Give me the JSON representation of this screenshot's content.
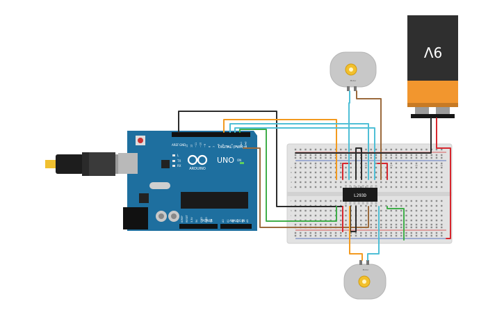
{
  "board": {
    "model_label": "UNO",
    "brand_label": "ARDUINO",
    "digital_label": "DIGITAL (PWM~)",
    "power_label": "POWER",
    "analog_label": "ANALOG IN",
    "aref_label": "AREF",
    "gnd_label": "GND",
    "pin_labels_digital": [
      "13",
      "12",
      "~11",
      "~10",
      "~9",
      "8",
      "7",
      "~6",
      "~5",
      "4",
      "~3",
      "2",
      "TX▸1",
      "RX◂0"
    ],
    "pin_labels_power": [
      "IOREF",
      "RESET",
      "3.3V",
      "5V",
      "GND",
      "GND",
      "Vin"
    ],
    "pin_labels_analog": [
      "A0",
      "A1",
      "A2",
      "A3",
      "A4",
      "A5"
    ],
    "led_labels": [
      "L",
      "TX",
      "RX"
    ],
    "on_label": "ON"
  },
  "chip": {
    "label": "L293D"
  },
  "battery": {
    "label": "9V"
  },
  "motors": [
    {
      "label": "Motor"
    },
    {
      "label": "Motor"
    }
  ],
  "breadboard": {
    "col_numbers": [
      "1",
      "5",
      "10",
      "15",
      "20",
      "25",
      "30"
    ],
    "row_letters_top": [
      "a",
      "b",
      "c",
      "d",
      "e"
    ],
    "row_letters_bottom": [
      "f",
      "g",
      "h",
      "i",
      "j"
    ]
  },
  "wire_colors": {
    "black": "#2b2b2b",
    "orange": "#f39a1f",
    "cyan": "#4fbfd6",
    "green": "#3fae49",
    "brown": "#9b6a3c",
    "red": "#d7262d"
  }
}
